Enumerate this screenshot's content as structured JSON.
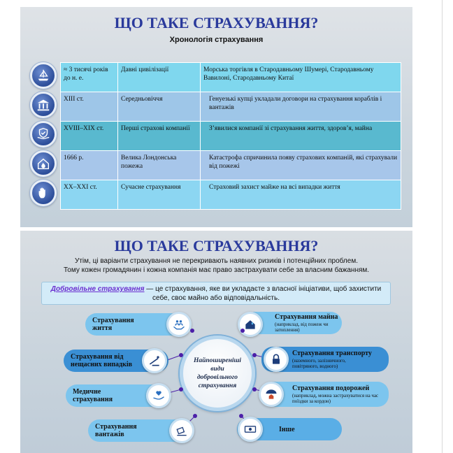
{
  "slide1": {
    "title": "ЩО ТАКЕ СТРАХУВАННЯ?",
    "subtitle": "Хронологія страхування",
    "rows": [
      {
        "period": "≈ 3 тисячі років до н. е.",
        "name": "Давні цивілізації",
        "description": "Морська торгівля в Стародавньому Шумері, Стародавньому Вавилоні, Стародавньому Китаї",
        "icon": "ship-icon"
      },
      {
        "period": "XIII ст.",
        "name": "Середньовіччя",
        "description": "Генуезькі купці укладали договори на страхування кораблів і вантажів",
        "icon": "bank-icon"
      },
      {
        "period": "XVIII–XIX ст.",
        "name": "Перші страхові компанії",
        "description": "З’явилися компанії зі страхування життя, здоров’я, майна",
        "icon": "shield-hands-icon"
      },
      {
        "period": "1666 р.",
        "name": "Велика Лондонська пожежа",
        "description": "Катастрофа спричинила появу страхових компаній, які страхували від пожежі",
        "icon": "house-fire-icon"
      },
      {
        "period": "XX–XXI ст.",
        "name": "Сучасне страхування",
        "description": "Страховий захист майже на всі випадки життя",
        "icon": "hand-stop-icon"
      }
    ]
  },
  "slide2": {
    "title": "ЩО ТАКЕ СТРАХУВАННЯ?",
    "intro_line1": "Утім, ці варіанти страхування не перекривають наявних ризиків і потенційних проблем.",
    "intro_line2": "Тому кожен громадянин і кожна компанія має право застрахувати себе за власним бажанням.",
    "definition_term": "Добровільне страхування",
    "definition_text": " — це страхування, яке ви укладаєте з власної ініціативи, щоб захистити себе, своє майно або відповідальність.",
    "center": "Найпоширеніші види добровільного страхування",
    "left_items": [
      {
        "label": "Страхування життя",
        "icon": "family-hands-icon"
      },
      {
        "label": "Страхування від нещасних випадків",
        "icon": "fall-icon"
      },
      {
        "label": "Медичне страхування",
        "icon": "heart-hand-icon"
      },
      {
        "label": "Страхування вантажів",
        "icon": "cargo-icon"
      }
    ],
    "right_items": [
      {
        "label": "Страхування майна",
        "note": "(наприклад, від пожеж чи затоплення)",
        "icon": "house-water-icon"
      },
      {
        "label": "Страхування транспорту",
        "note": "(наземного, залізничного, повітряного, водного)",
        "icon": "lock-icon"
      },
      {
        "label": "Страхування подорожей",
        "note": "(наприклад, можна застрахуватися на час поїздки за кордон)",
        "icon": "umbrella-house-icon"
      },
      {
        "label": "Інше",
        "note": "",
        "icon": "money-icon"
      }
    ],
    "colors": {
      "title": "#2a3a9c",
      "dot": "#4b1fa8",
      "pill_dark": "#3a8fd4",
      "pill_light": "#7cc5ee"
    }
  }
}
